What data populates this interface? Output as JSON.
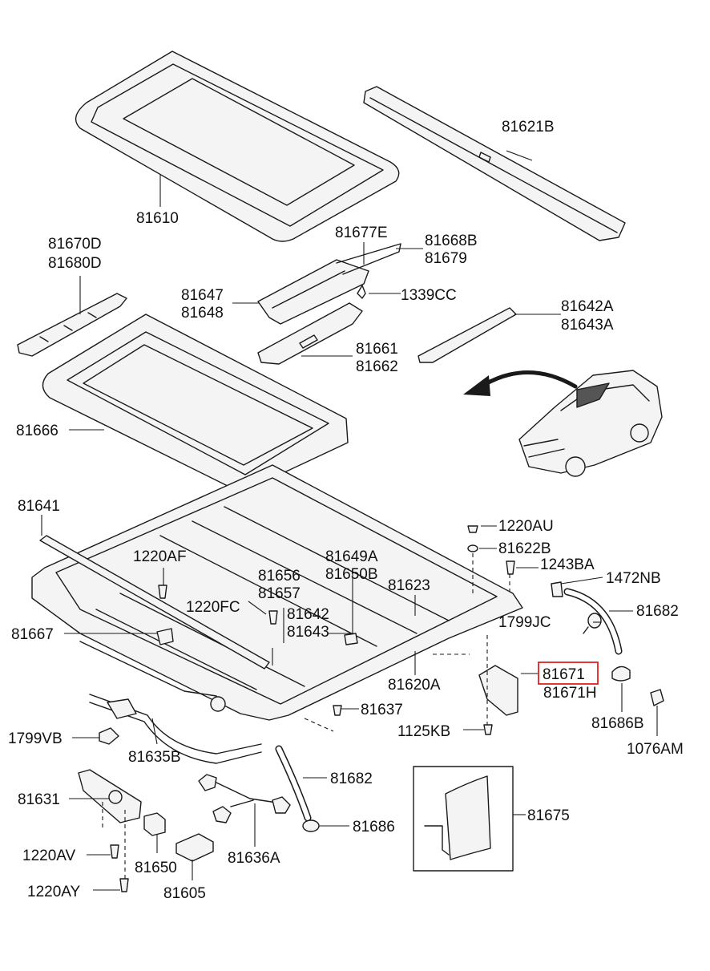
{
  "labels": {
    "l81610": "81610",
    "l81621B": "81621B",
    "l81670D": "81670D",
    "l81680D": "81680D",
    "l81677E": "81677E",
    "l81668B": "81668B",
    "l81679": "81679",
    "l81647": "81647",
    "l81648": "81648",
    "l1339CC": "1339CC",
    "l81642A": "81642A",
    "l81643A": "81643A",
    "l81661": "81661",
    "l81662": "81662",
    "l81666": "81666",
    "l81641": "81641",
    "l1220AU": "1220AU",
    "l81622B": "81622B",
    "l1243BA": "1243BA",
    "l1472NB": "1472NB",
    "l1220AF": "1220AF",
    "l81649A": "81649A",
    "l81650B": "81650B",
    "l81656": "81656",
    "l81657": "81657",
    "l81623": "81623",
    "l1220FC": "1220FC",
    "l81682a": "81682",
    "l1799JC": "1799JC",
    "l81667": "81667",
    "l81642": "81642",
    "l81643": "81643",
    "l81671": "81671",
    "l81671H": "81671H",
    "l81620A": "81620A",
    "l81686B": "81686B",
    "l81637": "81637",
    "l1076AM": "1076AM",
    "l1799VB": "1799VB",
    "l81635B": "81635B",
    "l1125KB": "1125KB",
    "l81631": "81631",
    "l81682b": "81682",
    "l81675": "81675",
    "l81686": "81686",
    "l1220AV": "1220AV",
    "l81650": "81650",
    "l81636A": "81636A",
    "l1220AY": "1220AY",
    "l81605": "81605"
  },
  "colors": {
    "line": "#1a1a1a",
    "highlight": "#e02020",
    "background": "#ffffff"
  }
}
